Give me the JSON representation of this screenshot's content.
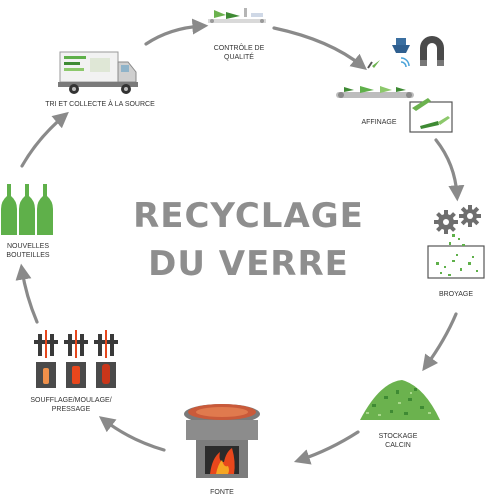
{
  "title": {
    "line1": "RECYCLAGE",
    "line2": "DU VERRE"
  },
  "steps": [
    {
      "label": "CONTRÔLE DE QUALITÉ",
      "icon": "conveyor-inspection-icon"
    },
    {
      "label": "AFFINAGE",
      "icon": "magnet-sorting-icon"
    },
    {
      "label": "BROYAGE",
      "icon": "crusher-gears-icon"
    },
    {
      "label": "STOCKAGE CALCIN",
      "icon": "cullet-pile-icon"
    },
    {
      "label": "FONTE",
      "icon": "furnace-fire-icon"
    },
    {
      "label": "SOUFFLAGE/MOULAGE/ PRESSAGE",
      "icon": "glass-mould-icon"
    },
    {
      "label": "NOUVELLES BOUTEILLES",
      "icon": "green-bottles-icon"
    },
    {
      "label": "TRI ET COLLECTE À LA SOURCE",
      "icon": "collection-truck-icon"
    }
  ],
  "colors": {
    "arrow": "#8a8a8a",
    "title": "#8e8e8e",
    "glass_green": "#5fb04a",
    "fire": "#e8471c"
  }
}
